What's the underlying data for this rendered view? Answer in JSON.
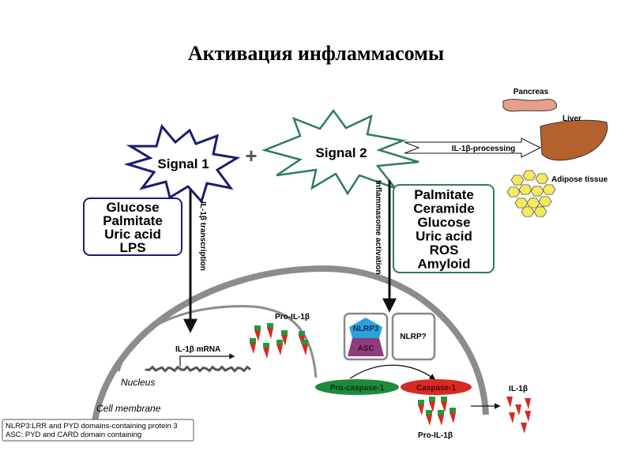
{
  "title": "Активация   инфламмасомы",
  "signal1": "Signal 1",
  "signal2": "Signal 2",
  "plus": "+",
  "il1b_processing": "IL-1β-processing",
  "organs": {
    "pancreas": "Pancreas",
    "liver": "Liver",
    "adipose": "Adipose tissue"
  },
  "signal1_triggers": [
    "Glucose",
    "Palmitate",
    "Uric acid",
    "LPS"
  ],
  "signal2_triggers": [
    "Palmitate",
    "Ceramide",
    "Glucose",
    "Uric acid",
    "ROS",
    "Amyloid"
  ],
  "il1b_transcription": "IL-1β transcription",
  "inflammasome_activation": "Inflammasome activation",
  "pro_il1b_nucleus": "Pro-IL-1β",
  "mrna": "IL-1β mRNA",
  "nucleus": "Nucleus",
  "cell_membrane": "Cell membrane",
  "nlrp3": "NLRP3",
  "asc": "ASC",
  "nlrp_unknown": "NLRP?",
  "pro_caspase": "Pro-caspase-1",
  "caspase": "Caspase-1",
  "pro_il1b_cyto": "Pro-IL-1β",
  "il1b": "IL-1β",
  "legend": [
    "NLRP3:LRR and PYD domains-containing protein 3",
    "ASC: PYD and CARD domain containing"
  ],
  "colors": {
    "signal1": "#1c1c6e",
    "signal2": "#2e7a6a",
    "liver": "#b5612b",
    "pancreas": "#e8a08a",
    "adipose": "#f5ea5a",
    "nlrp3": "#2aa3dc",
    "asc": "#8e3c7e",
    "pro_caspase": "#1e8a3a",
    "caspase": "#d62a22",
    "membrane": "#8c8c8c"
  }
}
